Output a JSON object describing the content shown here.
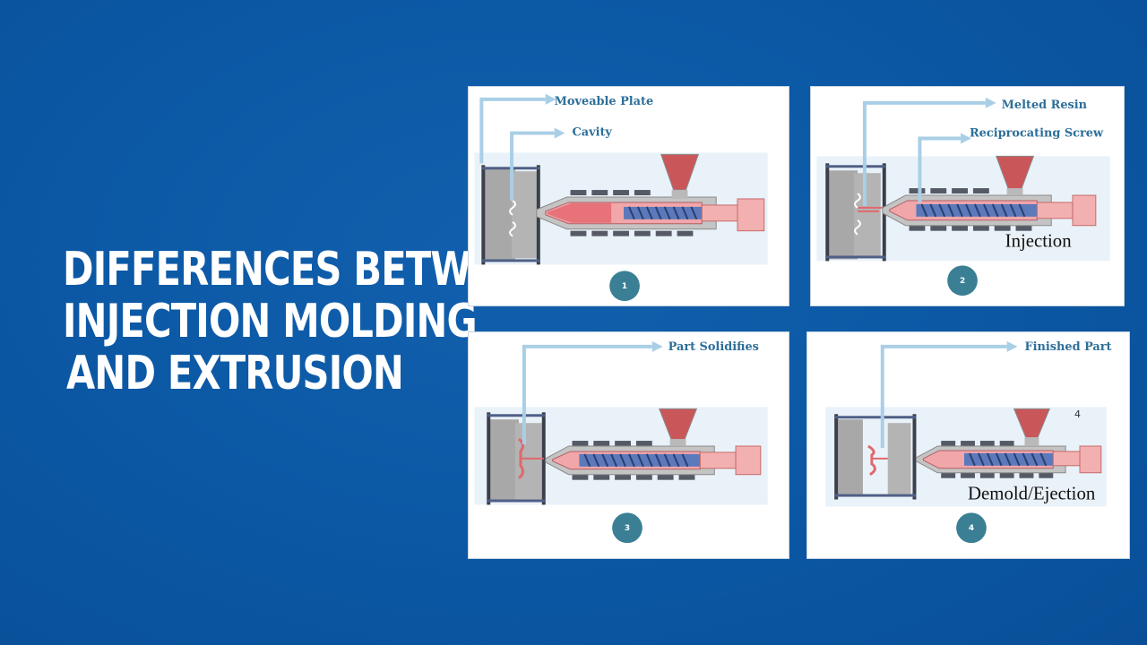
{
  "headline": {
    "lines": [
      "DIFFERENCES BETWEEN",
      "INJECTION MOLDING",
      "AND EXTRUSION"
    ]
  },
  "panels": [
    {
      "step": "1",
      "labels": [
        "Moveable Plate",
        "Cavity"
      ],
      "stage_text": "",
      "corner_text": ""
    },
    {
      "step": "2",
      "labels": [
        "Melted Resin",
        "Reciprocating Screw"
      ],
      "stage_text": "Injection",
      "corner_text": ""
    },
    {
      "step": "3",
      "labels": [
        "Part Solidifies"
      ],
      "stage_text": "",
      "corner_text": ""
    },
    {
      "step": "4",
      "labels": [
        "Finished Part"
      ],
      "stage_text": "Demold/Ejection",
      "corner_text": "4"
    }
  ],
  "colors": {
    "background": "#0c59a6",
    "label_text": "#2d6f99",
    "callout_line": "#a9cfe6",
    "step_badge": "#3a7f94",
    "resin": "#e8787e",
    "hopper_resin": "#c8585a",
    "screw": "#5a78b8",
    "barrel": "#bdbdbd",
    "mold": "#9a9a9a"
  }
}
